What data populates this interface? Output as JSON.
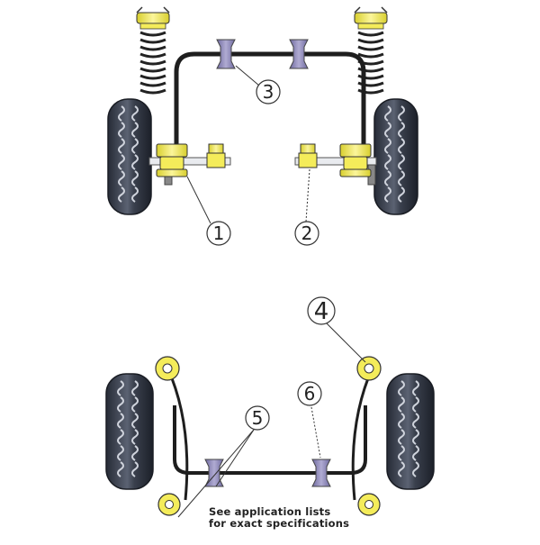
{
  "callouts": {
    "c1": "1",
    "c2": "2",
    "c3": "3",
    "c4": "4",
    "c5": "5",
    "c6": "6"
  },
  "note": {
    "line1": "See application lists",
    "line2": "for exact specifications"
  },
  "colors": {
    "bush_yellow": "#f4ec5a",
    "bush_purple": "#8c86b4",
    "tyre_dark": "#2f3440",
    "tyre_light": "#c8ccd6",
    "frame": "#1e1e1e"
  },
  "icons": [
    "tyre-icon",
    "coil-spring-icon",
    "bush-icon"
  ]
}
